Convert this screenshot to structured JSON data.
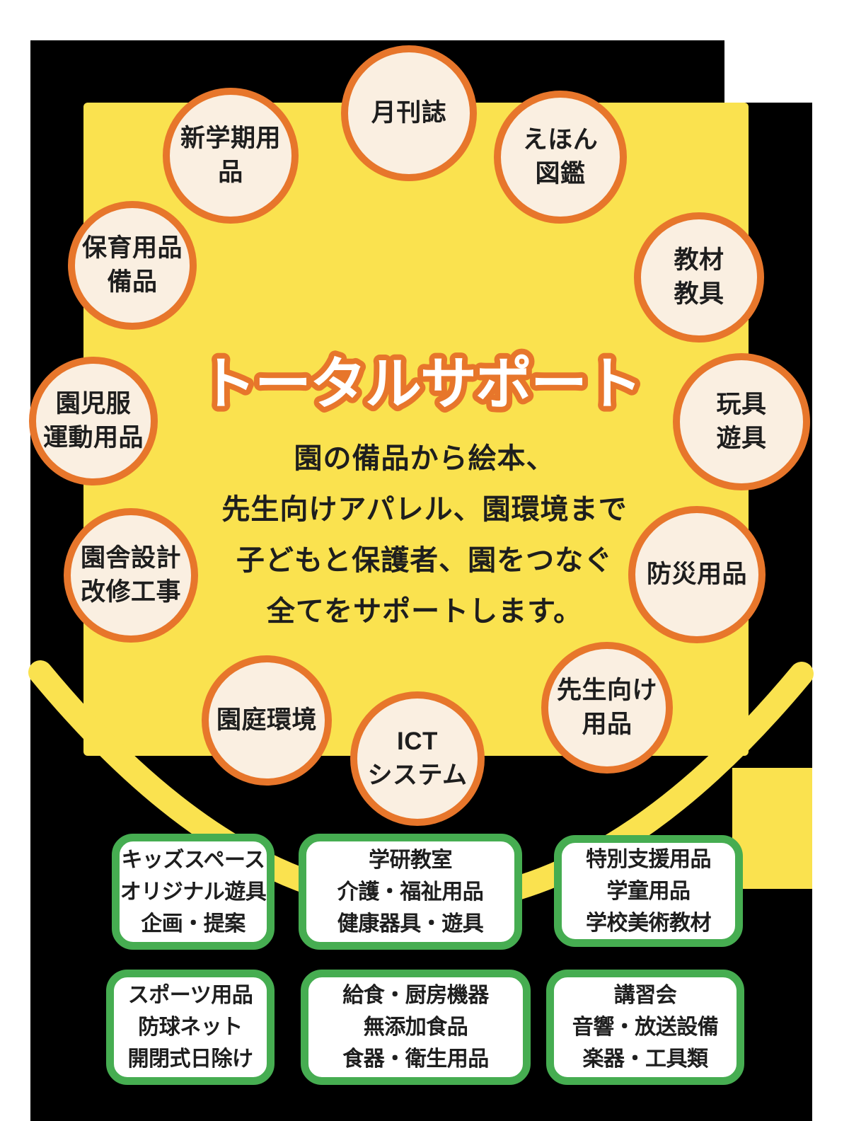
{
  "palette": {
    "black": "#000000",
    "yellow": "#FAE24F",
    "orange": "#E7762B",
    "cream": "#FAEFE1",
    "green": "#46AD51",
    "ink": "#1E1E1E",
    "white": "#FFFFFF"
  },
  "center": {
    "title": "トータルサポート",
    "description_lines": [
      "園の備品から絵本、",
      "先生向けアパレル、園環境まで",
      "子どもと保護者、園をつなぐ",
      "全てをサポートします。"
    ]
  },
  "circles": [
    {
      "name": "new-semester-supplies",
      "lines": [
        "新学期用品"
      ]
    },
    {
      "name": "monthly-magazine",
      "lines": [
        "月刊誌"
      ]
    },
    {
      "name": "picture-books",
      "lines": [
        "えほん",
        "図鑑"
      ]
    },
    {
      "name": "teaching-materials",
      "lines": [
        "教材",
        "教具"
      ]
    },
    {
      "name": "toys-play-equipment",
      "lines": [
        "玩具",
        "遊具"
      ]
    },
    {
      "name": "disaster-prevention",
      "lines": [
        "防災用品"
      ]
    },
    {
      "name": "teacher-supplies",
      "lines": [
        "先生向け",
        "用品"
      ]
    },
    {
      "name": "ict-system",
      "lines": [
        "ICT",
        "システム"
      ]
    },
    {
      "name": "playground-environment",
      "lines": [
        "園庭環境"
      ]
    },
    {
      "name": "building-design",
      "lines": [
        "園舎設計",
        "改修工事"
      ]
    },
    {
      "name": "uniforms-sportswear",
      "lines": [
        "園児服",
        "運動用品"
      ]
    },
    {
      "name": "childcare-supplies",
      "lines": [
        "保育用品",
        "備品"
      ]
    }
  ],
  "boxes": [
    {
      "name": "kids-space",
      "lines": [
        "キッズスペース",
        "オリジナル遊具",
        "企画・提案"
      ]
    },
    {
      "name": "gakken",
      "lines": [
        "学研教室",
        "介護・福祉用品",
        "健康器具・遊具"
      ]
    },
    {
      "name": "special-support",
      "lines": [
        "特別支援用品",
        "学童用品",
        "学校美術教材"
      ]
    },
    {
      "name": "sports",
      "lines": [
        "スポーツ用品",
        "防球ネット",
        "開閉式日除け"
      ]
    },
    {
      "name": "kitchen-food",
      "lines": [
        "給食・厨房機器",
        "無添加食品",
        "食器・衛生用品"
      ]
    },
    {
      "name": "workshop-av",
      "lines": [
        "講習会",
        "音響・放送設備",
        "楽器・工具類"
      ]
    }
  ]
}
